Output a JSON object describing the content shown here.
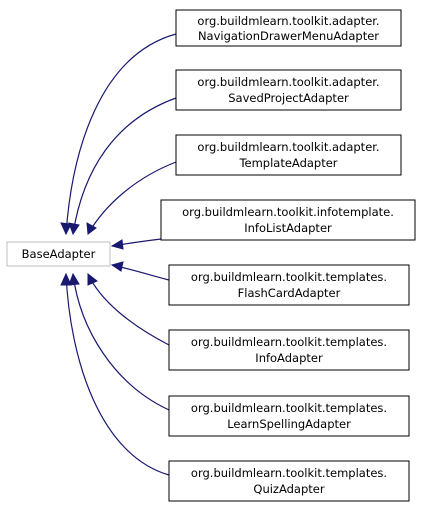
{
  "diagram": {
    "base": {
      "label": "BaseAdapter"
    },
    "subclasses": [
      {
        "line1": "org.buildmlearn.toolkit.adapter.",
        "line2": "NavigationDrawerMenuAdapter"
      },
      {
        "line1": "org.buildmlearn.toolkit.adapter.",
        "line2": "SavedProjectAdapter"
      },
      {
        "line1": "org.buildmlearn.toolkit.adapter.",
        "line2": "TemplateAdapter"
      },
      {
        "line1": "org.buildmlearn.toolkit.infotemplate.",
        "line2": "InfoListAdapter"
      },
      {
        "line1": "org.buildmlearn.toolkit.templates.",
        "line2": "FlashCardAdapter"
      },
      {
        "line1": "org.buildmlearn.toolkit.templates.",
        "line2": "InfoAdapter"
      },
      {
        "line1": "org.buildmlearn.toolkit.templates.",
        "line2": "LearnSpellingAdapter"
      },
      {
        "line1": "org.buildmlearn.toolkit.templates.",
        "line2": "QuizAdapter"
      }
    ],
    "colors": {
      "edge": "#191970",
      "base_border": "#bfbfbf",
      "node_border": "#000000"
    }
  }
}
